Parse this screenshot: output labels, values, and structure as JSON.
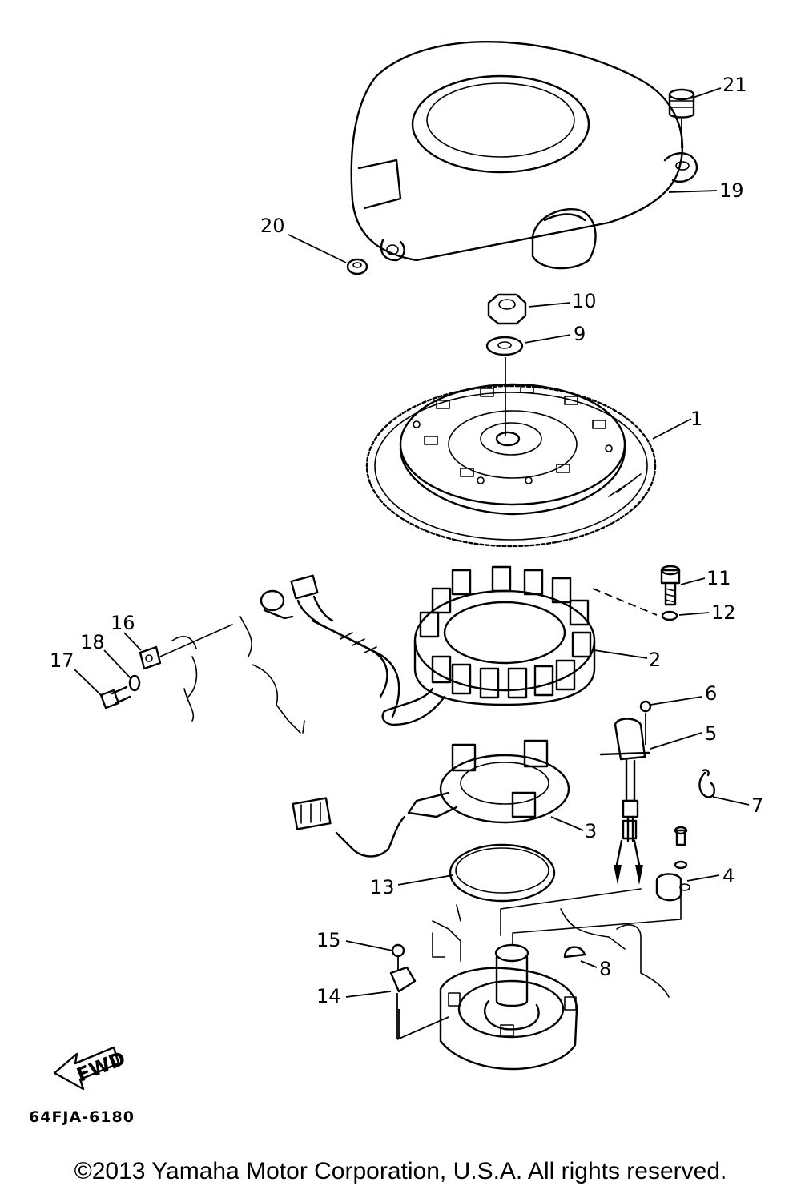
{
  "diagram": {
    "reference_code": "64FJA-6180",
    "copyright": "©2013 Yamaha Motor Corporation, U.S.A. All rights reserved.",
    "fwd_label": "FWD",
    "callouts": [
      "1",
      "2",
      "3",
      "4",
      "5",
      "6",
      "7",
      "8",
      "9",
      "10",
      "11",
      "12",
      "13",
      "14",
      "15",
      "16",
      "17",
      "18",
      "19",
      "20",
      "21"
    ]
  }
}
